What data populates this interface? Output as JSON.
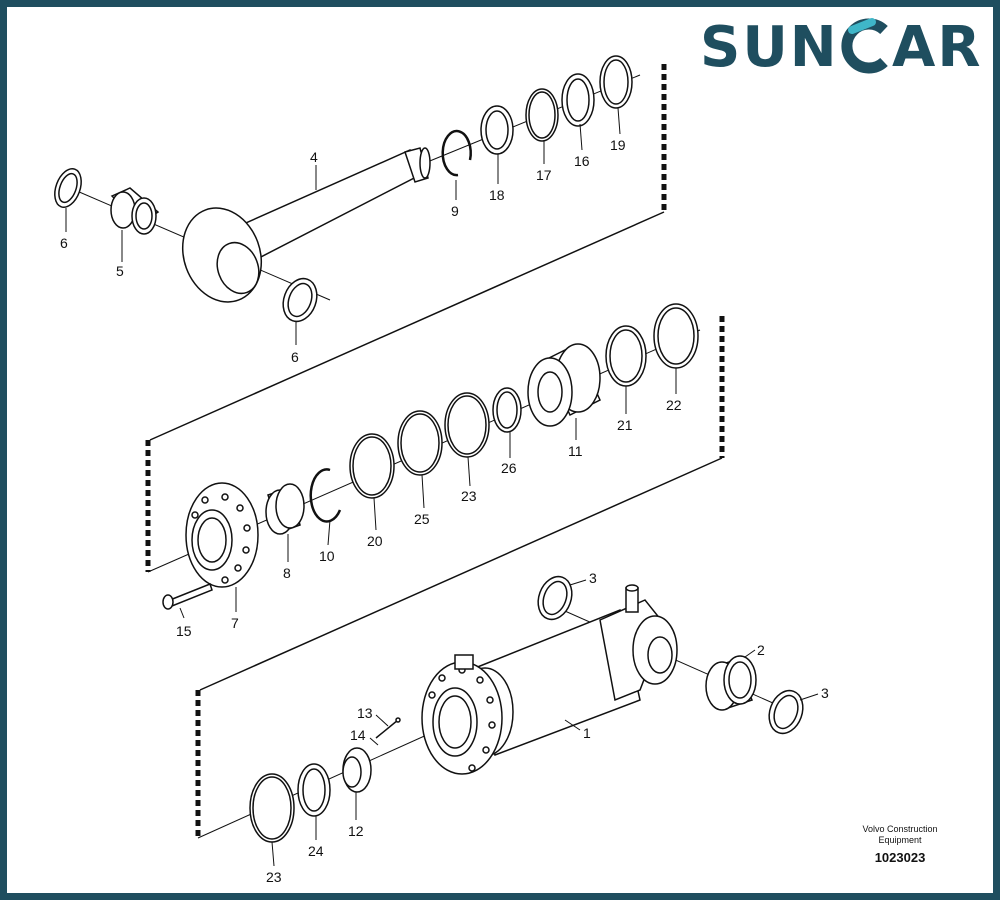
{
  "brand": {
    "text_before": "SUN",
    "text_after": "AR",
    "color": "#1f4e5f",
    "accent_color": "#3fb6c8"
  },
  "diagram": {
    "publisher_line1": "Volvo Construction",
    "publisher_line2": "Equipment",
    "reference_number": "1023023",
    "callouts": [
      {
        "id": "c6a",
        "text": "6"
      },
      {
        "id": "c5",
        "text": "5"
      },
      {
        "id": "c4",
        "text": "4"
      },
      {
        "id": "c6b",
        "text": "6"
      },
      {
        "id": "c9",
        "text": "9"
      },
      {
        "id": "c18",
        "text": "18"
      },
      {
        "id": "c17",
        "text": "17"
      },
      {
        "id": "c16",
        "text": "16"
      },
      {
        "id": "c19",
        "text": "19"
      },
      {
        "id": "c22",
        "text": "22"
      },
      {
        "id": "c21",
        "text": "21"
      },
      {
        "id": "c11",
        "text": "11"
      },
      {
        "id": "c26",
        "text": "26"
      },
      {
        "id": "c23a",
        "text": "23"
      },
      {
        "id": "c25",
        "text": "25"
      },
      {
        "id": "c20",
        "text": "20"
      },
      {
        "id": "c10",
        "text": "10"
      },
      {
        "id": "c8",
        "text": "8"
      },
      {
        "id": "c7",
        "text": "7"
      },
      {
        "id": "c15",
        "text": "15"
      },
      {
        "id": "c3a",
        "text": "3"
      },
      {
        "id": "c2",
        "text": "2"
      },
      {
        "id": "c3b",
        "text": "3"
      },
      {
        "id": "c1",
        "text": "1"
      },
      {
        "id": "c13",
        "text": "13"
      },
      {
        "id": "c14",
        "text": "14"
      },
      {
        "id": "c12",
        "text": "12"
      },
      {
        "id": "c24",
        "text": "24"
      },
      {
        "id": "c23b",
        "text": "23"
      }
    ]
  }
}
